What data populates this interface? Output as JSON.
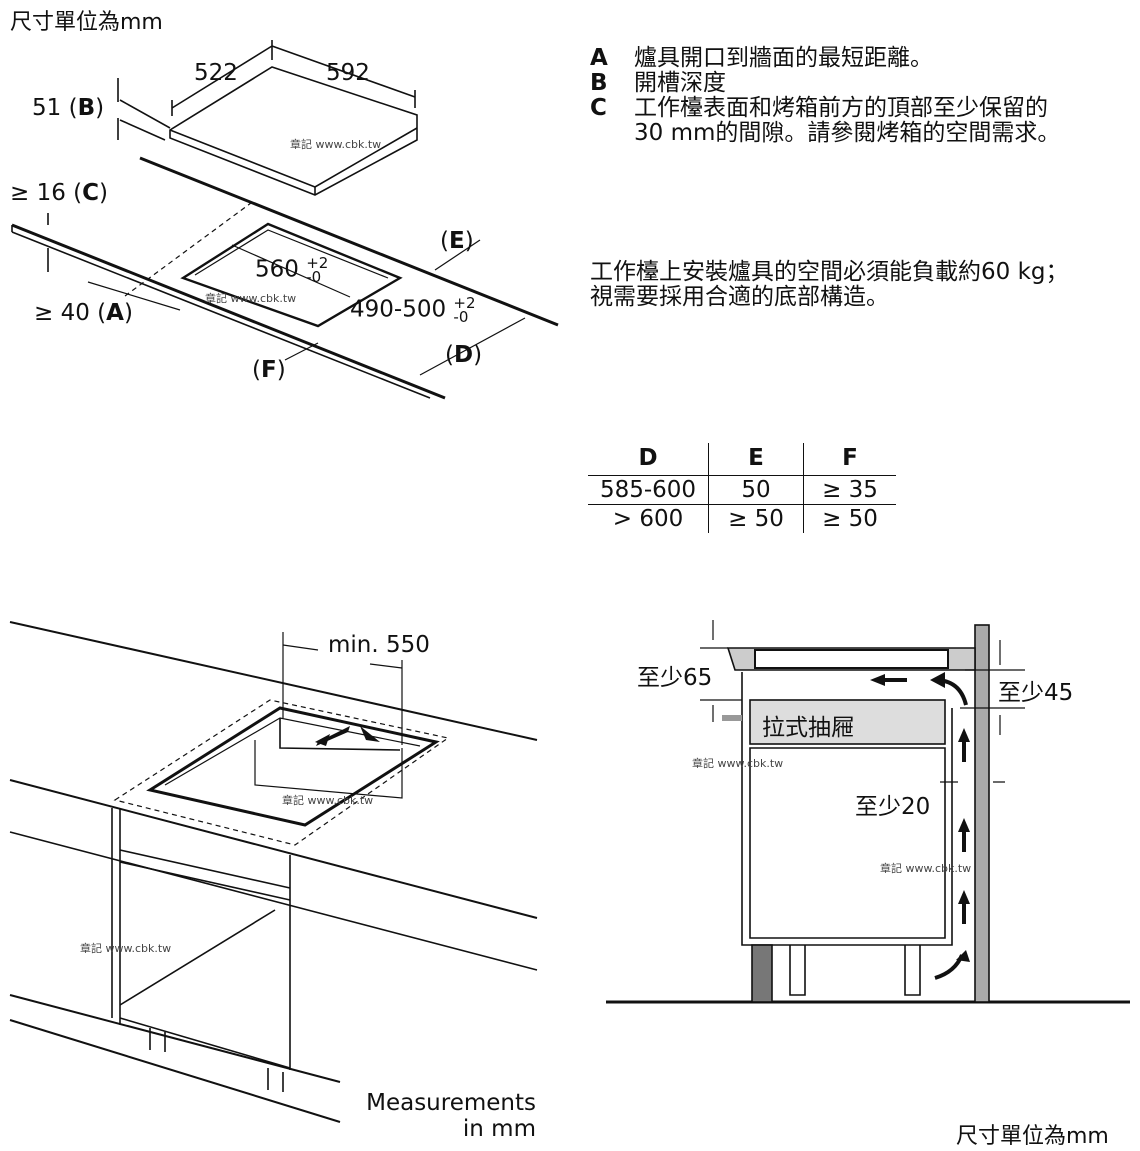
{
  "unit_title_top": "尺寸單位為mm",
  "unit_title_bottom": "尺寸單位為mm",
  "measurements_note": [
    "Measurements",
    "in mm"
  ],
  "watermark": "章記 www.cbk.tw",
  "diagram1": {
    "dim_depth": "522",
    "dim_width": "592",
    "dim_b": "51 (",
    "dim_b_letter": "B",
    "dim_c": "≥ 16 (",
    "dim_c_letter": "C",
    "dim_a": "≥ 40 (",
    "dim_a_letter": "A",
    "cutout_width": "560",
    "cutout_width_tol_plus": "+2",
    "cutout_width_tol_minus": "-0",
    "cutout_depth": "490-500",
    "cutout_depth_tol_plus": "+2",
    "cutout_depth_tol_minus": "-0",
    "label_e": "E",
    "label_d": "D",
    "label_f": "F"
  },
  "notes": [
    {
      "key": "A",
      "lines": [
        "爐具開口到牆面的最短距離。"
      ]
    },
    {
      "key": "B",
      "lines": [
        "開槽深度"
      ]
    },
    {
      "key": "C",
      "lines": [
        "工作檯表面和烤箱前方的頂部至少保留的",
        "30 mm的間隙。請參閱烤箱的空間需求。"
      ]
    }
  ],
  "load_note": [
    "工作檯上安裝爐具的空間必須能負載約60 kg；",
    "視需要採用合適的底部構造。"
  ],
  "spec_table": {
    "headers": [
      "D",
      "E",
      "F"
    ],
    "rows": [
      [
        "585-600",
        "50",
        "≥ 35"
      ],
      [
        "> 600",
        "≥ 50",
        "≥ 50"
      ]
    ]
  },
  "diagram2": {
    "min_label": "min. 550"
  },
  "diagram3": {
    "min65": "至少65",
    "min45": "至少45",
    "min20": "至少20",
    "drawer": "拉式抽屜"
  }
}
